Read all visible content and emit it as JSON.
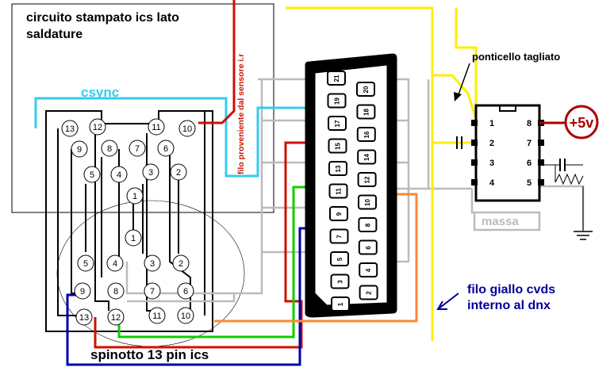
{
  "labels": {
    "board_title_line1": "circuito stampato ics lato",
    "board_title_line2": "saldature",
    "csync": "csync",
    "sensor_wire": "filo proveniente dal sensore i.r",
    "cut_jumper": "ponticello tagliato",
    "plus5v": "+5v",
    "ground": "massa",
    "yellow_wire_line1": "filo giallo cvds",
    "yellow_wire_line2": "interno al dnx",
    "connector": "spinotto 13 pin ics"
  },
  "connector_pins_top": [
    "13",
    "12",
    "11",
    "10",
    "9",
    "8",
    "7",
    "6",
    "5",
    "4",
    "3",
    "2",
    "1"
  ],
  "connector_pins_bottom": [
    "1",
    "5",
    "4",
    "3",
    "2",
    "9",
    "8",
    "7",
    "6",
    "13",
    "12",
    "11",
    "10"
  ],
  "scart_odd": [
    "21",
    "19",
    "17",
    "15",
    "13",
    "11",
    "9",
    "7",
    "5",
    "3",
    "1"
  ],
  "scart_even": [
    "20",
    "18",
    "16",
    "14",
    "12",
    "10",
    "8",
    "6",
    "4",
    "2"
  ],
  "ic_pins_left": [
    "1",
    "2",
    "3",
    "4"
  ],
  "ic_pins_right": [
    "8",
    "7",
    "6",
    "5"
  ],
  "colors": {
    "cyan": "#33ccee",
    "red": "#cc1100",
    "yellow": "#ffee00",
    "green": "#11cc00",
    "blue": "#0000aa",
    "orange": "#ff8833",
    "grey": "#bbbbbb",
    "dark_red": "#aa0000",
    "navy": "#000099"
  }
}
